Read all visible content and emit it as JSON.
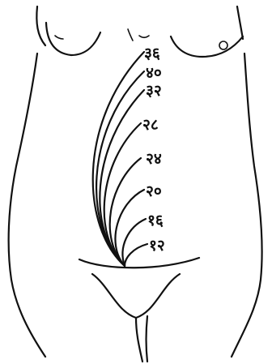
{
  "diagram": {
    "labels": [
      "३६",
      "४०",
      "३२",
      "२८",
      "२४",
      "२०",
      "१६",
      "१२"
    ]
  }
}
